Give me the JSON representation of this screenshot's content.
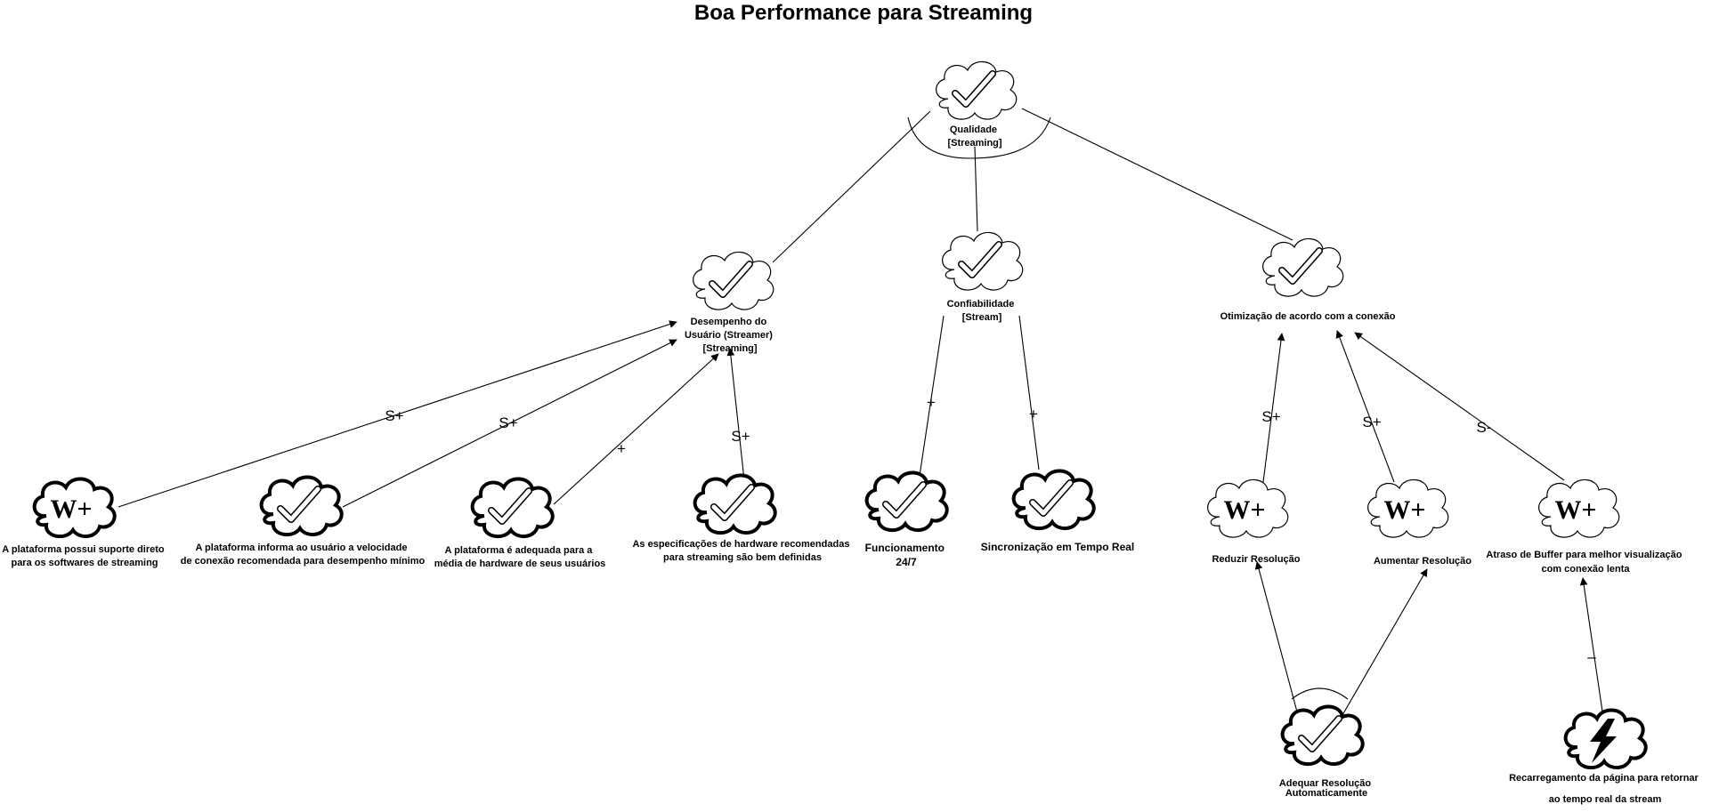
{
  "title": "Boa Performance para Streaming",
  "root": {
    "lines": [
      "Qualidade",
      "[Streaming]"
    ]
  },
  "softgoals": {
    "desempenho": {
      "lines": [
        "Desempenho do",
        "Usuário (Streamer)",
        "[Streaming]"
      ]
    },
    "confiabilidade": {
      "lines": [
        "Confiabilidade",
        "[Stream]"
      ]
    },
    "otimizacao": {
      "lines": [
        "Otimização de acordo com a conexão"
      ]
    }
  },
  "leaves": {
    "suporte": {
      "lines": [
        "A plataforma possui suporte direto",
        "para os softwares de streaming"
      ],
      "badge": "W+"
    },
    "informa": {
      "lines": [
        "A plataforma informa ao usuário a velocidade",
        "de conexão recomendada para desempenho mínimo"
      ]
    },
    "adequada": {
      "lines": [
        "A plataforma é adequada para a",
        "média de hardware de seus usuários"
      ]
    },
    "especificacoes": {
      "lines": [
        "As especificações de hardware recomendadas",
        "para streaming são bem definidas"
      ]
    },
    "funcionamento": {
      "lines": [
        "Funcionamento",
        "24/7"
      ]
    },
    "sincronizacao": {
      "lines": [
        "Sincronização em Tempo Real"
      ]
    },
    "reduzir": {
      "lines": [
        "Reduzir Resolução"
      ],
      "badge": "W+"
    },
    "aumentar": {
      "lines": [
        "Aumentar Resolução"
      ],
      "badge": "W+"
    },
    "atraso": {
      "lines": [
        "Atraso de Buffer para melhor visualização",
        "com conexão lenta"
      ],
      "badge": "W+"
    },
    "adequar": {
      "lines": [
        "Adequar Resolução",
        "Automaticamente"
      ]
    },
    "recarregamento": {
      "lines": [
        "Recarregamento da página para retornar",
        "ao tempo real da stream"
      ]
    }
  },
  "contributions": {
    "suporte_desempenho": "S+",
    "informa_desempenho": "S+",
    "adequada_desempenho": "+",
    "especificacoes_desempenho": "S+",
    "funcionamento_confiabilidade": "+",
    "sincronizacao_confiabilidade": "+",
    "reduzir_otimizacao": "S+",
    "aumentar_otimizacao": "S+",
    "atraso_otimizacao": "S-",
    "recarregamento_atraso": "–"
  },
  "icons": {
    "satisficed": "check-mark-icon",
    "weak_positive": "w-plus-badge",
    "denied": "lightning-bolt-icon"
  }
}
